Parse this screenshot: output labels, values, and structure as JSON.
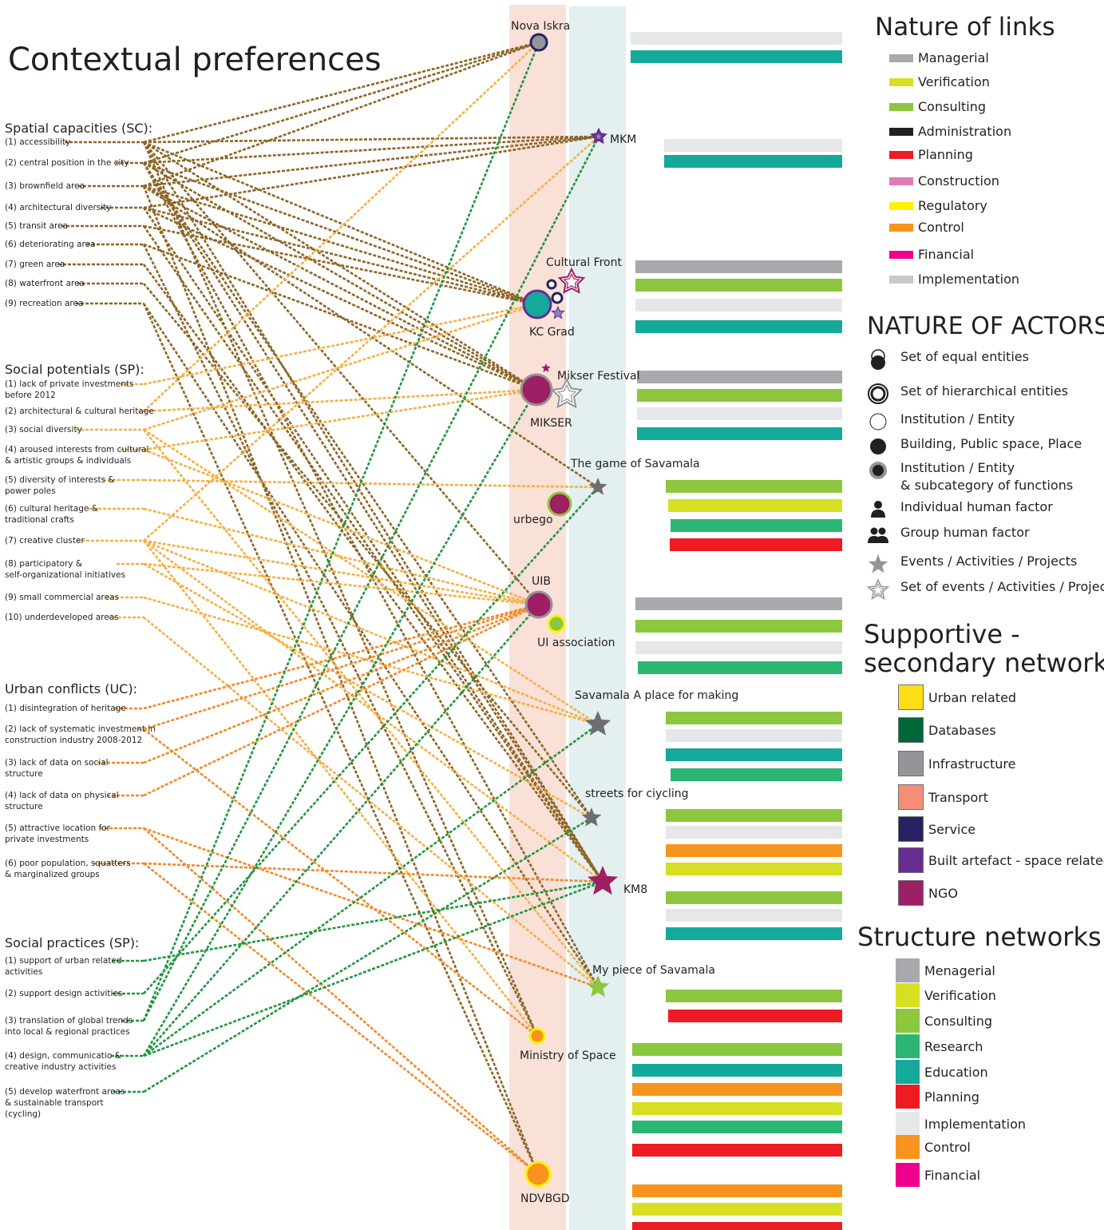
{
  "title": "Contextual preferences",
  "colors": {
    "public_column": "#f9e1d8",
    "private_column": "#e4eff0",
    "sc_line": "#8c6526",
    "sp_line": "#f4b044",
    "uc_line": "#ef8a2b",
    "prac_line": "#22963f"
  },
  "sections": [
    {
      "id": "sc",
      "heading": "Spatial capacities (SC):",
      "items": [
        "(1) accessibility",
        "(2) central position in the city",
        "(3) brownfield area",
        "(4) architectural diversity",
        "(5) transit area",
        "(6) deteriorating area",
        "(7) green area",
        "(8) waterfront area",
        "(9) recreation area"
      ]
    },
    {
      "id": "sp",
      "heading": "Social potentials (SP):",
      "items": [
        "(1) lack of private investments\nbefore 2012",
        "(2) architectural & cultural heritage",
        "(3) social diversity",
        "(4) aroused interests from cultural\n& artistic groups & individuals",
        "(5) diversity of interests &\npower poles",
        "(6) cultural heritage &\ntraditional crafts",
        "(7) creative cluster",
        "(8) participatory &\nself-organizational initiatives",
        "(9) small commercial areas",
        "(10) underdeveloped areas"
      ]
    },
    {
      "id": "uc",
      "heading": "Urban conflicts (UC):",
      "items": [
        "(1) disintegration of heritage",
        "(2) lack of systematic investment in\nconstruction industry 2008-2012",
        "(3) lack of data on social\nstructure",
        "(4) lack of data on physical\nstructure",
        "(5) attractive location for\nprivate investments",
        "(6) poor population, squatters\n& marginalized groups"
      ]
    },
    {
      "id": "prac",
      "heading": "Social practices (SP):",
      "items": [
        "(1) support of urban related\nactivities",
        "(2) support design activities",
        "(3) translation of global trends\ninto local & regional practices",
        "(4) design, communicatio &\ncreative industry activities",
        "(5) develop waterfront areas\n& sustainable transport\n(cycling)"
      ]
    }
  ],
  "actors": [
    {
      "id": "nova_iskra",
      "label": "Nova Iskra",
      "symbol": "ring-circle",
      "fill": "#939598",
      "stroke": "#262262",
      "links": [
        "#e6e7e8",
        "#15a99c"
      ]
    },
    {
      "id": "mkm",
      "label": "MKM",
      "symbol": "outline-star",
      "fill": "#8f7fbf",
      "stroke": "#662d91",
      "links": [
        "#e6e7e8",
        "#15a99c"
      ]
    },
    {
      "id": "cultural_front",
      "label": "Cultural Front",
      "symbol": "outline-star",
      "fill": "#ffffff",
      "stroke": "#9e1f63",
      "links": []
    },
    {
      "id": "kc_grad",
      "label": "KC Grad",
      "symbol": "ring-circle",
      "fill": "#15a99c",
      "stroke": "#662d91",
      "links": [
        "#a7a9ac",
        "#8dc63f",
        "#e6e7e8",
        "#15a99c"
      ]
    },
    {
      "id": "mikser_festival",
      "label": "Mikser Festival",
      "symbol": "outline-star",
      "fill": "#ffffff",
      "stroke": "#939598",
      "links": []
    },
    {
      "id": "mikser",
      "label": "MIKSER",
      "symbol": "ring-circle",
      "fill": "#9e1f63",
      "stroke": "#939598",
      "links": [
        "#a7a9ac",
        "#8dc63f",
        "#e6e7e8",
        "#15a99c"
      ]
    },
    {
      "id": "game_savamala",
      "label": "The game of Savamala",
      "symbol": "star",
      "fill": "#6d6e71",
      "links": [
        "#8dc63f",
        "#d7df23",
        "#2bb673",
        "#ed1c24"
      ]
    },
    {
      "id": "urbego",
      "label": "urbego",
      "symbol": "ring-circle",
      "fill": "#9e1f63",
      "stroke": "#8dc63f",
      "links": []
    },
    {
      "id": "uib",
      "label": "UIB",
      "symbol": "ring-circle",
      "fill": "#9e1f63",
      "stroke": "#939598",
      "links": [
        "#a7a9ac",
        "#8dc63f",
        "#e6e7e8",
        "#2bb673"
      ]
    },
    {
      "id": "ui_association",
      "label": "UI association",
      "symbol": "ring-circle",
      "fill": "#8dc63f",
      "stroke": "#fff200",
      "links": []
    },
    {
      "id": "savamala_place",
      "label": "Savamala A place for making",
      "symbol": "star",
      "fill": "#6d6e71",
      "links": [
        "#8dc63f",
        "#e6e7e8",
        "#15a99c",
        "#2bb673"
      ]
    },
    {
      "id": "streets_cycling",
      "label": "streets for ciycling",
      "symbol": "star",
      "fill": "#6d6e71",
      "links": [
        "#8dc63f",
        "#e6e7e8",
        "#f7941d",
        "#d7df23"
      ]
    },
    {
      "id": "km8",
      "label": "KM8",
      "symbol": "star",
      "fill": "#9e1f63",
      "links": [
        "#8dc63f",
        "#e6e7e8",
        "#15a99c"
      ]
    },
    {
      "id": "my_piece",
      "label": "My piece of Savamala",
      "symbol": "star",
      "fill": "#8dc63f",
      "links": [
        "#8dc63f",
        "#ed1c24"
      ]
    },
    {
      "id": "ministry_space",
      "label": "Ministry of Space",
      "symbol": "ring-circle",
      "fill": "#f7941d",
      "stroke": "#fff200",
      "links": [
        "#8dc63f",
        "#15a99c",
        "#f7941d",
        "#d7df23",
        "#2bb673",
        "#ed1c24"
      ]
    },
    {
      "id": "ndvbgd",
      "label": "NDVBGD",
      "symbol": "ring-circle",
      "fill": "#f7941d",
      "stroke": "#fff200",
      "links": [
        "#f7941d",
        "#d7df23",
        "#ed1c24"
      ]
    }
  ],
  "connections": {
    "sc": [
      [
        "accessibility",
        "nova_iskra"
      ],
      [
        "accessibility",
        "mkm"
      ],
      [
        "accessibility",
        "kc_grad"
      ],
      [
        "accessibility",
        "mikser"
      ],
      [
        "accessibility",
        "uib"
      ],
      [
        "accessibility",
        "km8"
      ],
      [
        "accessibility",
        "ministry_space"
      ],
      [
        "central",
        "nova_iskra"
      ],
      [
        "central",
        "mkm"
      ],
      [
        "central",
        "kc_grad"
      ],
      [
        "central",
        "mikser"
      ],
      [
        "central",
        "km8"
      ],
      [
        "central",
        "my_piece"
      ],
      [
        "central",
        "streets_cycling"
      ],
      [
        "brownfield",
        "nova_iskra"
      ],
      [
        "brownfield",
        "mkm"
      ],
      [
        "brownfield",
        "kc_grad"
      ],
      [
        "brownfield",
        "mikser"
      ],
      [
        "brownfield",
        "game_savamala"
      ],
      [
        "brownfield",
        "ndvbgd"
      ],
      [
        "architectural",
        "mkm"
      ],
      [
        "architectural",
        "kc_grad"
      ],
      [
        "architectural",
        "mikser"
      ],
      [
        "architectural",
        "km8"
      ],
      [
        "transit",
        "kc_grad"
      ],
      [
        "transit",
        "km8"
      ],
      [
        "deteriorating",
        "mikser"
      ],
      [
        "deteriorating",
        "ministry_space"
      ],
      [
        "green",
        "km8"
      ],
      [
        "waterfront",
        "streets_cycling"
      ],
      [
        "recreation",
        "ndvbgd"
      ],
      [
        "recreation",
        "my_piece"
      ]
    ],
    "sp": [
      [
        "lack_private",
        "kc_grad"
      ],
      [
        "architectural_heritage",
        "nova_iskra"
      ],
      [
        "architectural_heritage",
        "mikser"
      ],
      [
        "social_diversity",
        "kc_grad"
      ],
      [
        "social_diversity",
        "savamala_place"
      ],
      [
        "social_diversity",
        "my_piece"
      ],
      [
        "aroused",
        "mikser"
      ],
      [
        "aroused",
        "uib"
      ],
      [
        "diversity_interests",
        "game_savamala"
      ],
      [
        "cultural_heritage",
        "uib"
      ],
      [
        "creative_cluster",
        "mkm"
      ],
      [
        "creative_cluster",
        "uib"
      ],
      [
        "creative_cluster",
        "savamala_place"
      ],
      [
        "creative_cluster",
        "km8"
      ],
      [
        "creative_cluster",
        "ministry_space"
      ],
      [
        "participatory",
        "uib"
      ],
      [
        "participatory",
        "streets_cycling"
      ],
      [
        "small_commercial",
        "savamala_place"
      ],
      [
        "underdeveloped",
        "my_piece"
      ]
    ],
    "uc": [
      [
        "disintegration",
        "uib"
      ],
      [
        "lack_investment",
        "uib"
      ],
      [
        "lack_investment",
        "ministry_space"
      ],
      [
        "lack_social",
        "uib"
      ],
      [
        "lack_physical",
        "uib"
      ],
      [
        "attractive",
        "my_piece"
      ],
      [
        "attractive",
        "ndvbgd"
      ],
      [
        "poor",
        "km8"
      ],
      [
        "poor",
        "ndvbgd"
      ]
    ],
    "prac": [
      [
        "support_urban",
        "km8"
      ],
      [
        "support_design",
        "game_savamala"
      ],
      [
        "translation",
        "nova_iskra"
      ],
      [
        "translation",
        "mkm"
      ],
      [
        "design_comm",
        "mikser"
      ],
      [
        "design_comm",
        "uib"
      ],
      [
        "design_comm",
        "savamala_place"
      ],
      [
        "design_comm",
        "km8"
      ],
      [
        "waterfront_transport",
        "streets_cycling"
      ]
    ]
  },
  "legend": {
    "nature_of_links": {
      "heading": "Nature of links",
      "items": [
        {
          "label": "Managerial",
          "color": "#a7a9ac"
        },
        {
          "label": "Verification",
          "color": "#d7df23"
        },
        {
          "label": "Consulting",
          "color": "#8dc63f"
        },
        {
          "label": "Administration",
          "color": "#231f20"
        },
        {
          "label": "Planning",
          "color": "#ed1c24"
        },
        {
          "label": "Construction",
          "color": "#e07ab6"
        },
        {
          "label": "Regulatory",
          "color": "#fff200"
        },
        {
          "label": "Control",
          "color": "#f7941d"
        },
        {
          "label": "Financial",
          "color": "#ec008c"
        },
        {
          "label": "Implementation",
          "color": "#c7c8ca"
        }
      ]
    },
    "nature_of_actors": {
      "heading": "NATURE OF ACTORS",
      "items": [
        {
          "label": "Set of equal entities",
          "icon": "equal-entities-icon"
        },
        {
          "label": "Set of hierarchical entities",
          "icon": "hierarchical-entities-icon"
        },
        {
          "label": "Institution / Entity",
          "icon": "institution-icon"
        },
        {
          "label": "Building, Public space, Place",
          "icon": "place-icon"
        },
        {
          "label": "Institution / Entity\n& subcategory of functions",
          "icon": "subcategory-icon"
        },
        {
          "label": "Individual human factor",
          "icon": "person-icon"
        },
        {
          "label": "Group human factor",
          "icon": "group-icon"
        },
        {
          "label": "Events / Activities / Projects",
          "icon": "event-star-icon"
        },
        {
          "label": "Set of events / Activities / Projects",
          "icon": "event-set-star-icon"
        }
      ]
    },
    "supportive": {
      "heading": "Supportive -\nsecondary networks",
      "items": [
        {
          "label": "Urban related",
          "color": "#ffde17"
        },
        {
          "label": "Databases",
          "color": "#006838"
        },
        {
          "label": "Infrastructure",
          "color": "#939598"
        },
        {
          "label": "Transport",
          "color": "#f68e77"
        },
        {
          "label": "Service",
          "color": "#262262"
        },
        {
          "label": "Built artefact - space related",
          "color": "#662d91"
        },
        {
          "label": "NGO",
          "color": "#9e1f63"
        }
      ]
    },
    "structure": {
      "heading": "Structure networks",
      "items": [
        {
          "label": "Menagerial",
          "color": "#a7a9ac"
        },
        {
          "label": "Verification",
          "color": "#d7df23"
        },
        {
          "label": "Consulting",
          "color": "#8dc63f"
        },
        {
          "label": "Research",
          "color": "#2bb673"
        },
        {
          "label": "Education",
          "color": "#15a99c"
        },
        {
          "label": "Planning",
          "color": "#ed1c24"
        },
        {
          "label": "Implementation",
          "color": "#e6e7e8"
        },
        {
          "label": "Control",
          "color": "#f7941d"
        },
        {
          "label": "Financial",
          "color": "#ec008c"
        }
      ]
    }
  }
}
